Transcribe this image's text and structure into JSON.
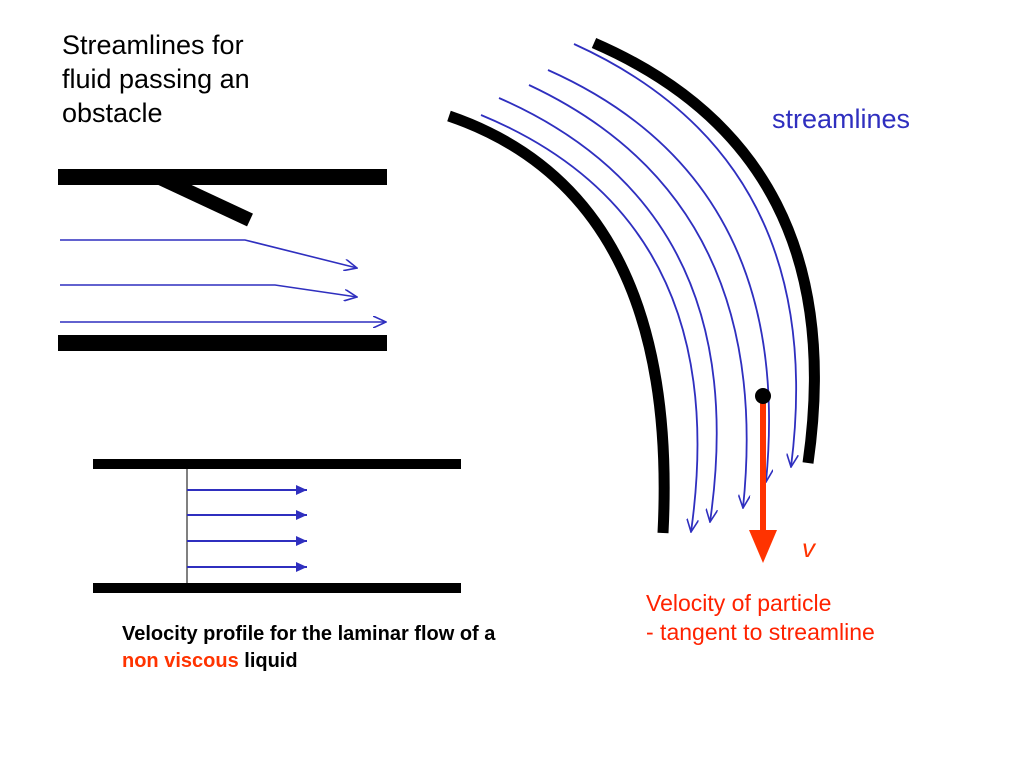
{
  "title": "Streamlines for\nfluid passing an\nobstacle",
  "streamlines_label": "streamlines",
  "velocity_symbol": "v",
  "velocity_caption": "Velocity of particle\n   - tangent to streamline",
  "profile_caption": {
    "part1": "Velocity profile for the laminar flow of a ",
    "highlight": "non viscous",
    "part2": " liquid"
  },
  "colors": {
    "wall": "#000000",
    "streamline": "#2f2fbf",
    "velocity": "#ff3300",
    "highlight": "#ff3300"
  }
}
